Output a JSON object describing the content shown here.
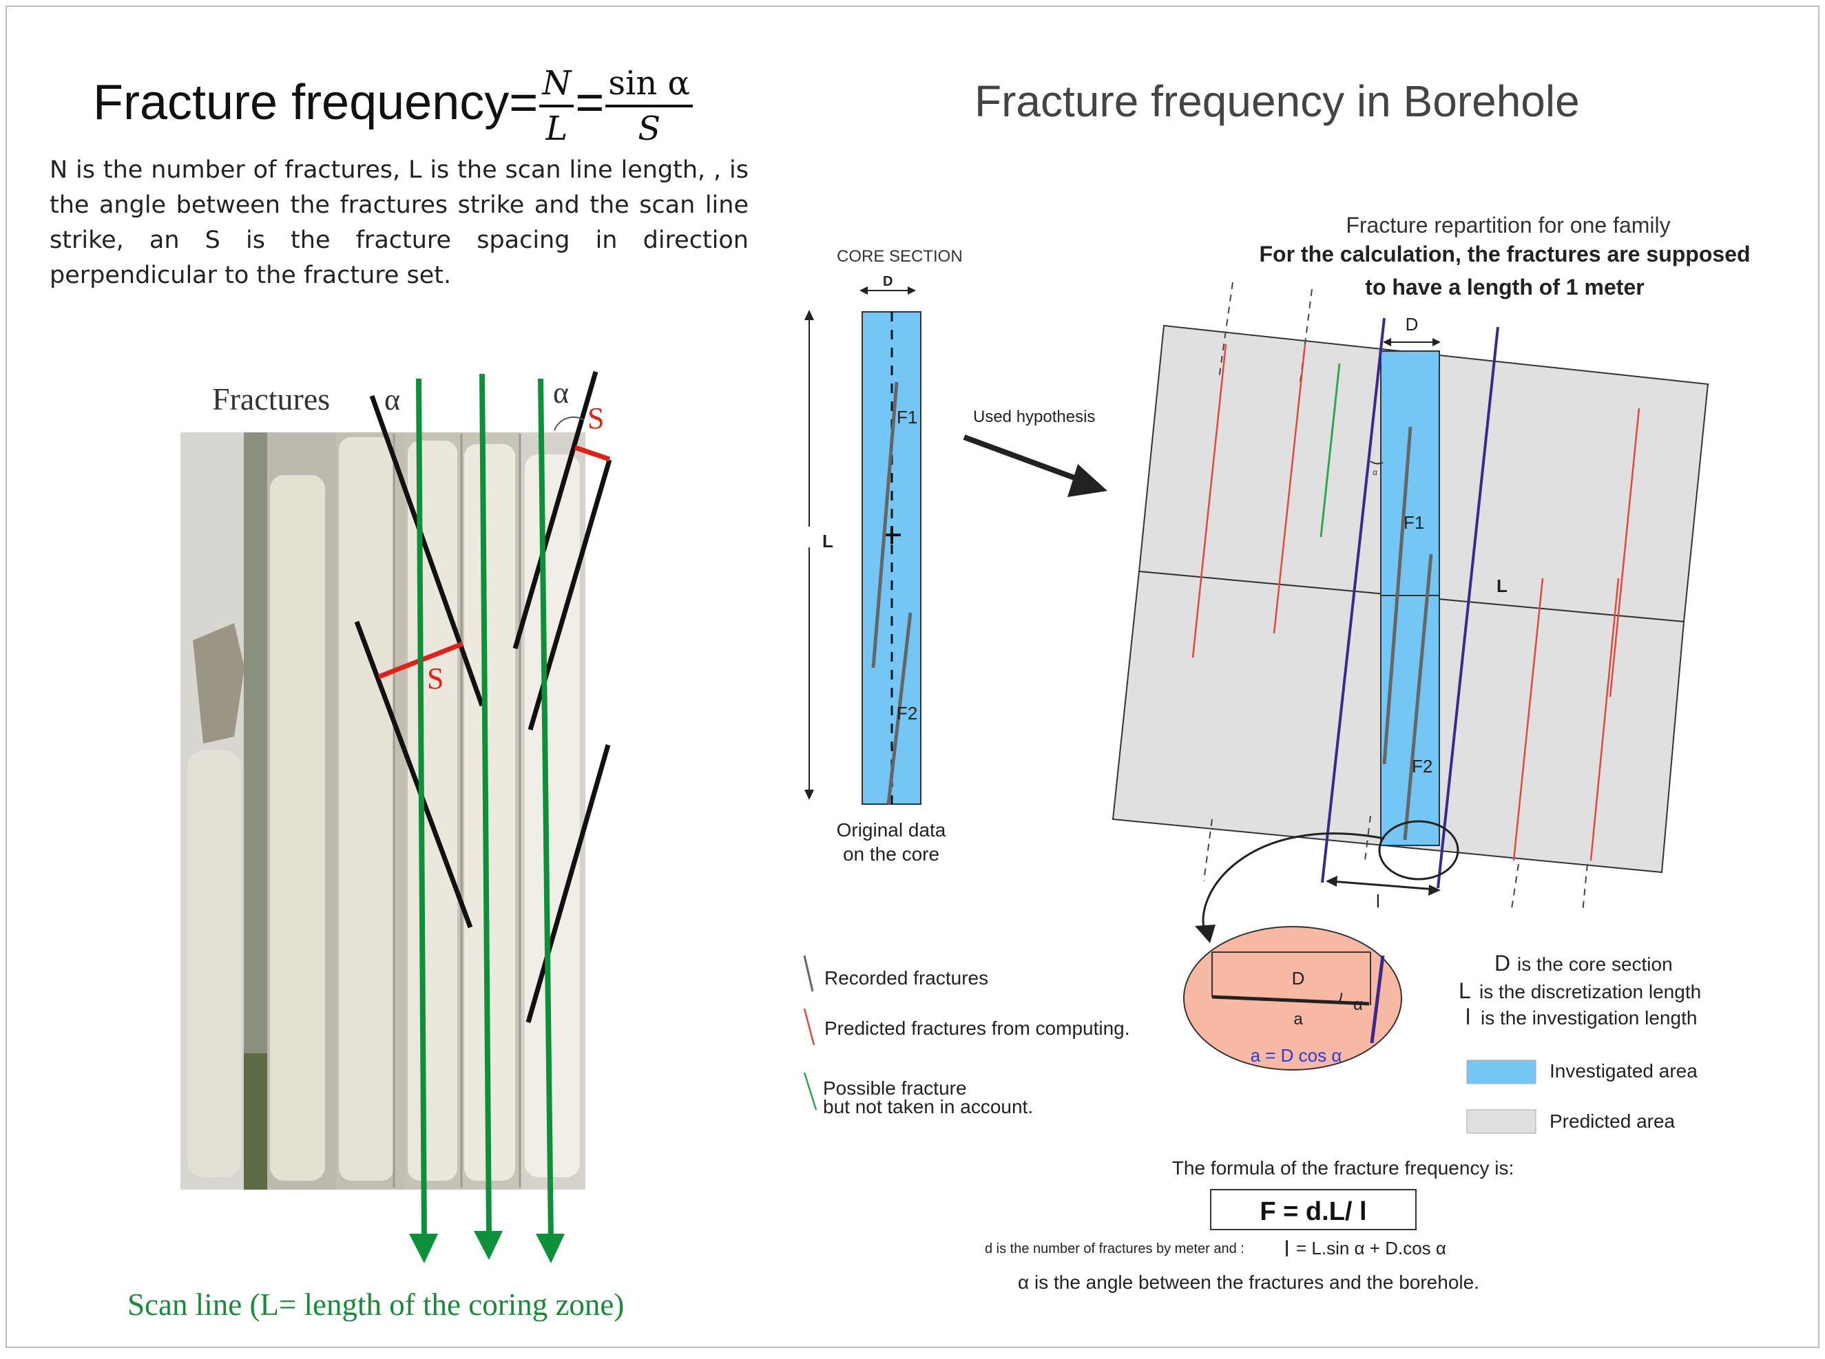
{
  "left": {
    "formula": {
      "prefix": "Fracture frequency=",
      "n": "N",
      "l": "L",
      "equals": "=",
      "sin_alpha": "sin α",
      "s": "S"
    },
    "definition": "N is the number of fractures, L is the scan line length, ,  is the angle between the fractures strike and the scan line strike, an S is the fracture spacing in direction perpendicular to the fracture set.",
    "photo": {
      "fractures_label": "Fractures",
      "alpha_1": "α",
      "alpha_2": "α",
      "s_1": "S",
      "s_2": "S",
      "scan_line_caption": "Scan line (L= length of the coring zone)"
    }
  },
  "right": {
    "title": "Fracture frequency in Borehole",
    "core": {
      "section_label": "CORE SECTION",
      "d_label": "D",
      "l_label": "L",
      "f1": "F1",
      "f2": "F2",
      "caption_1": "Original data",
      "caption_2": "on the core"
    },
    "hypothesis_label": "Used hypothesis",
    "repartition": {
      "line_1": "Fracture  repartition for one family",
      "line_2": "For the calculation, the fractures are supposed",
      "line_3": "to have a length of 1 meter",
      "d_label": "D",
      "l_label": "L",
      "f1": "F1",
      "f2": "F2",
      "alpha": "α",
      "small_l": "l"
    },
    "detail": {
      "d_label": "D",
      "a_label": "a",
      "alpha": "α",
      "formula": "a = D cos α"
    },
    "legend": {
      "recorded": "Recorded fractures",
      "predicted": "Predicted fractures from computing.",
      "possible_1": "Possible fracture",
      "possible_2": "but not taken in account.",
      "d_def_sym": "D",
      "d_def": "is the core section",
      "l_def_sym": "L",
      "l_def": "is the discretization length",
      "li_def_sym": "l",
      "li_def": "is the investigation length",
      "investigated": "Investigated area",
      "predicted_area": "Predicted area"
    },
    "formula_block": {
      "intro": "The formula of the fracture frequency is:",
      "boxed": "F = d.L/ l",
      "d_note": "d is the number of fractures by meter and :",
      "l_sym": "l",
      "l_expr": "= L.sin α  + D.cos  α",
      "alpha_note": "α  is the angle between the fractures and the borehole."
    },
    "colors": {
      "investigated": "#74c6f5",
      "predicted": "#e0e0e0",
      "recorded_line": "#666666",
      "predicted_line": "#e04a3a",
      "possible_line": "#2aa84a",
      "detail_fill": "#f7b8a4",
      "scan_arrow": "#0e8f3a",
      "spacing": "#e0211a"
    }
  }
}
